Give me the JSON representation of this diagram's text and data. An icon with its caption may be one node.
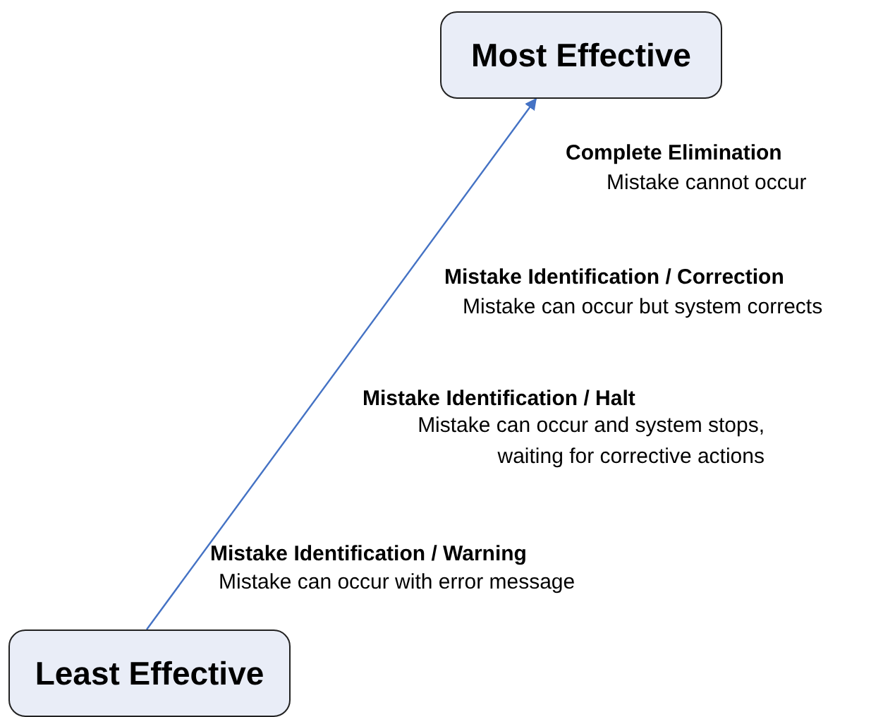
{
  "diagram": {
    "nodes": [
      {
        "text": [
          "Most Effective"
        ]
      },
      {
        "text": [
          "Least Effective"
        ]
      }
    ],
    "edges": [
      {
        "from": 1,
        "to": 0,
        "arrow": "to"
      }
    ],
    "labels": [
      "Complete Elimination",
      "Mistake cannot occur",
      "Mistake Identification / Correction",
      "Mistake can occur but system corrects",
      "Mistake Identification / Halt",
      "Mistake can occur and system stops, waiting for corrective actions",
      "Mistake Identification / Warning",
      "Mistake can occur with error message"
    ]
  }
}
